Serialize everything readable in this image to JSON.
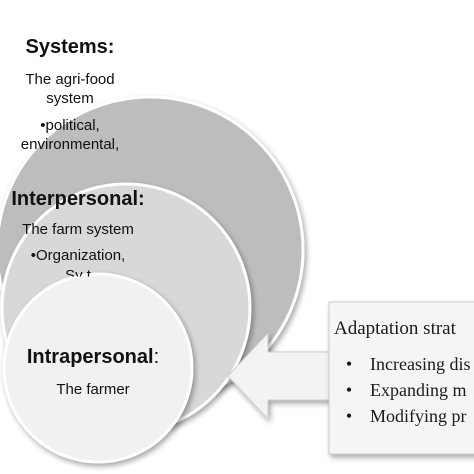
{
  "systems": {
    "title": "Systems:",
    "line1": "The agri-food",
    "line2": "system",
    "bullet1": "•political,",
    "bullet2": "environmental,"
  },
  "interpersonal": {
    "title": "Interpersonal:",
    "line1": "The farm system",
    "bullet1": "•Organization,",
    "bullet2_partial": "Sy          t   "
  },
  "intrapersonal": {
    "title": "Intrapersonal",
    "colon": ":",
    "line1": "The farmer"
  },
  "adaptation": {
    "title": "Adaptation strat",
    "bullet_symbol": "•",
    "items": [
      "Increasing dis",
      "Expanding m",
      "Modifying pr"
    ]
  },
  "colors": {
    "outer_circle": "#bdbdbd",
    "middle_circle": "#d8d8d8",
    "inner_circle": "#f1f1f1",
    "arrow_fill": "#f3f3f3",
    "box_fill": "#f5f5f5",
    "outline": "#ffffff",
    "box_border": "#d0d0d0"
  }
}
